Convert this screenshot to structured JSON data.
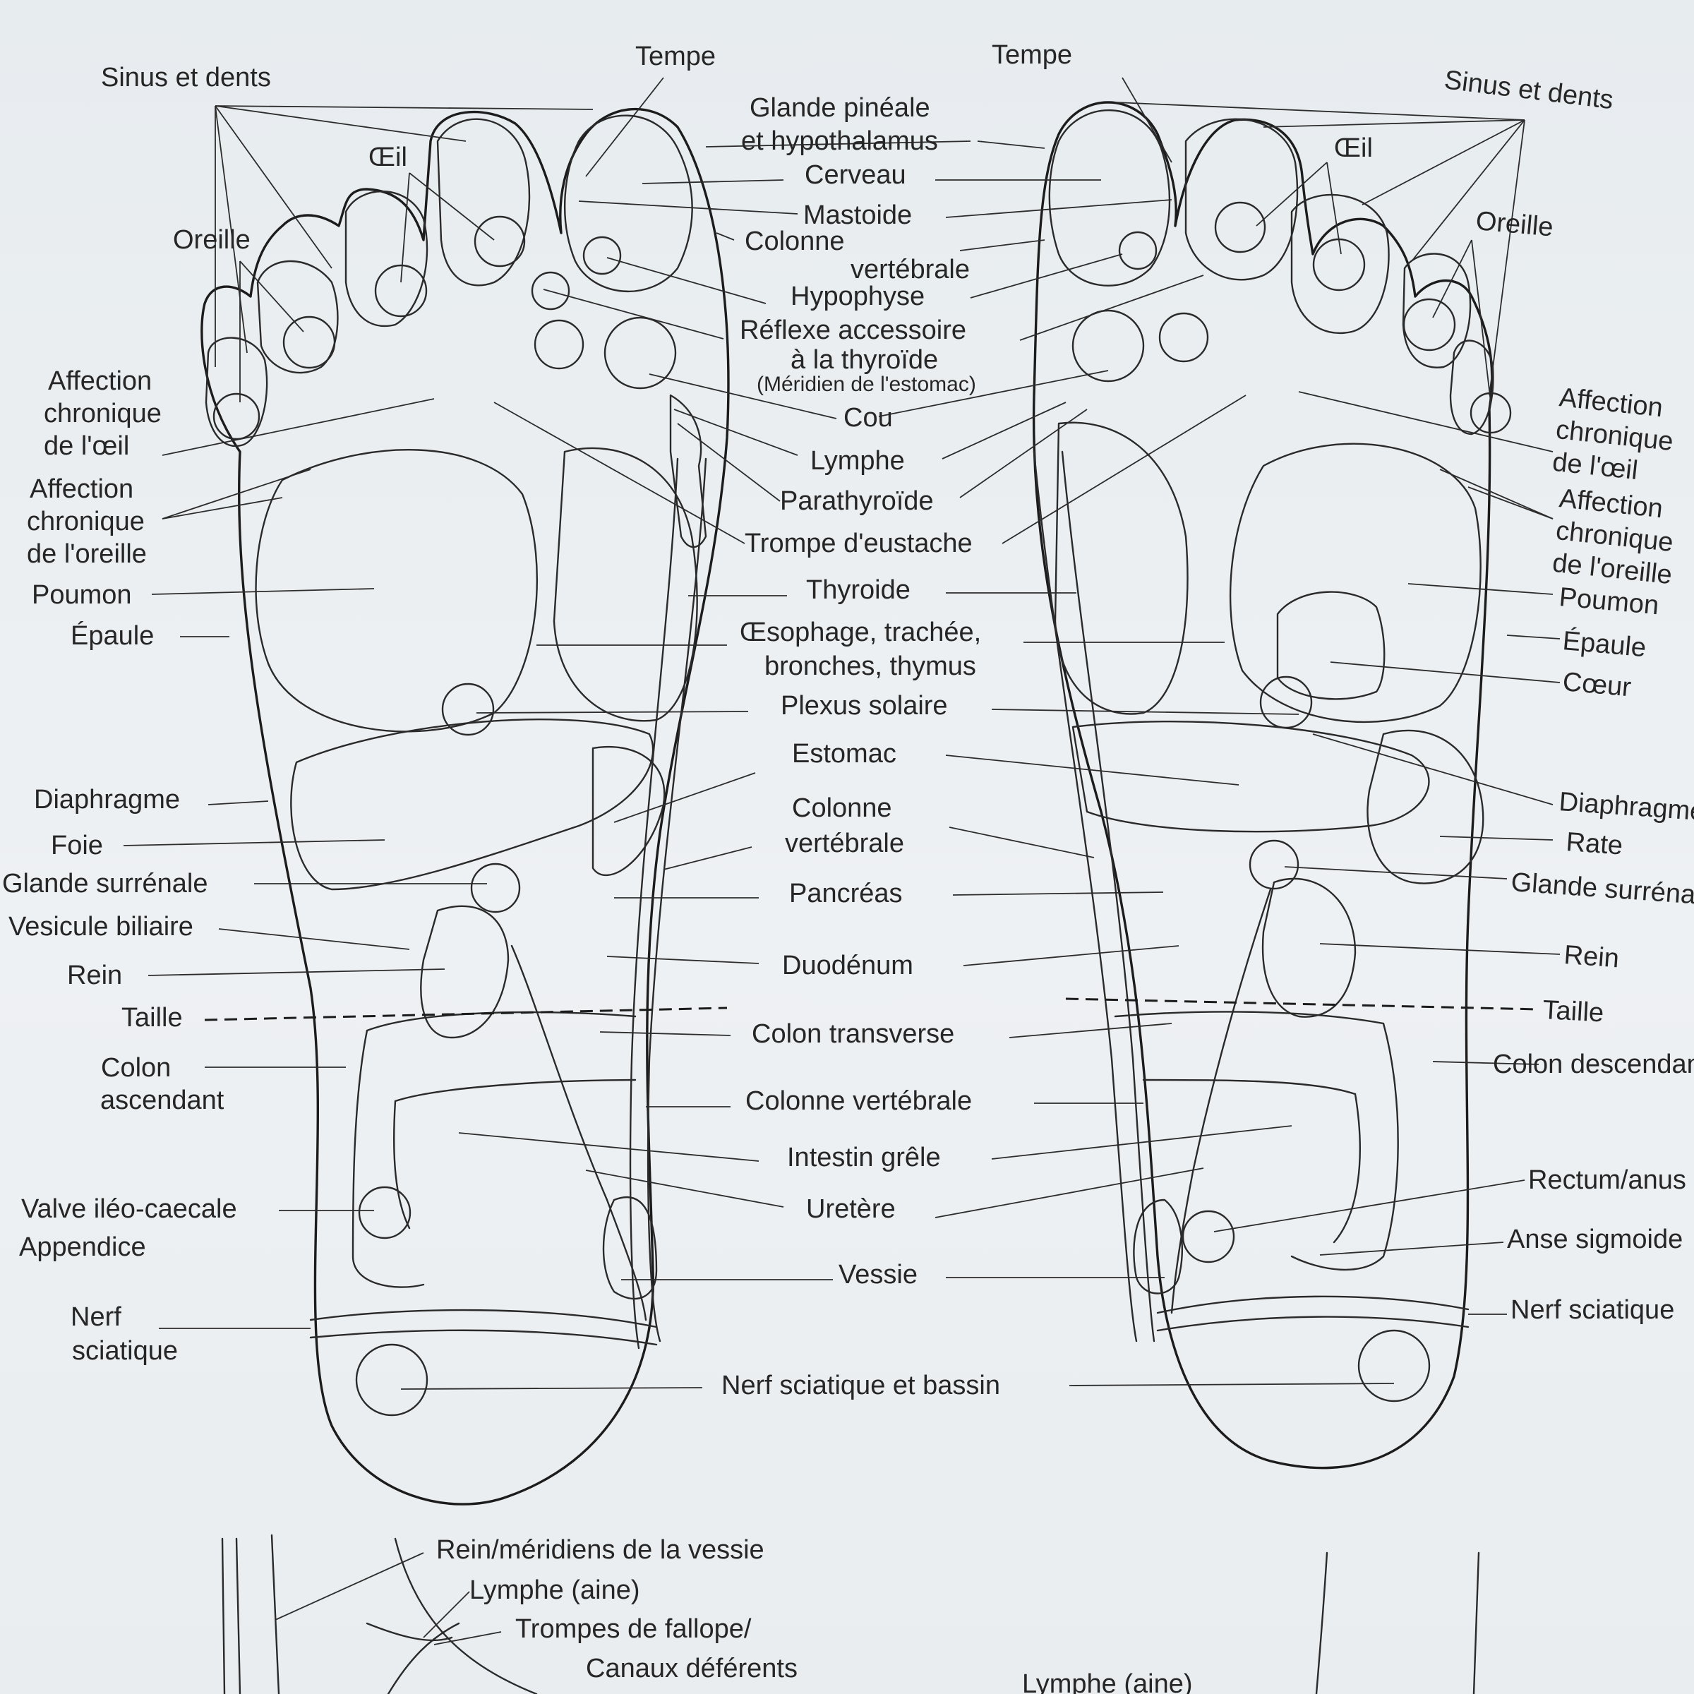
{
  "left_foot": {
    "sinus": "Sinus et dents",
    "tempe": "Tempe",
    "oeil": "Œil",
    "oreille": "Oreille",
    "aff_oeil": [
      "Affection",
      "chronique",
      "de l'œil"
    ],
    "aff_oreille": [
      "Affection",
      "chronique",
      "de l'oreille"
    ],
    "poumon": "Poumon",
    "epaule": "Épaule",
    "diaphragme": "Diaphragme",
    "foie": "Foie",
    "surrenale": "Glande surrénale",
    "vesicule": "Vesicule biliaire",
    "rein": "Rein",
    "taille": "Taille",
    "colon_asc": [
      "Colon",
      "ascendant"
    ],
    "valve": [
      "Valve iléo-caecale",
      "Appendice"
    ],
    "nerf": [
      "Nerf",
      "sciatique"
    ]
  },
  "center": {
    "pineale": [
      "Glande pinéale",
      "et hypothalamus"
    ],
    "cerveau": "Cerveau",
    "mastoide": "Mastoide",
    "colonne1": [
      "Colonne",
      "vertébrale"
    ],
    "hypophyse": "Hypophyse",
    "reflexe": [
      "Réflexe accessoire",
      "à la thyroïde",
      "(Méridien de l'estomac)"
    ],
    "cou": "Cou",
    "lymphe": "Lymphe",
    "parathyroide": "Parathyroïde",
    "trompe": "Trompe d'eustache",
    "thyroide": "Thyroide",
    "oesophage": [
      "Œsophage, trachée,",
      "bronches, thymus"
    ],
    "plexus": "Plexus solaire",
    "estomac": "Estomac",
    "colonne2": [
      "Colonne",
      "vertébrale"
    ],
    "pancreas": "Pancréas",
    "duodenum": "Duodénum",
    "colon_trans": "Colon transverse",
    "colonne3": "Colonne vertébrale",
    "intestin": "Intestin grêle",
    "uretere": "Uretère",
    "vessie": "Vessie",
    "bassin": "Nerf sciatique et bassin"
  },
  "right_foot": {
    "tempe": "Tempe",
    "sinus": "Sinus et dents",
    "oeil": "Œil",
    "oreille": "Oreille",
    "aff_oeil": [
      "Affection",
      "chronique",
      "de l'œil"
    ],
    "aff_oreille": [
      "Affection",
      "chronique",
      "de l'oreille"
    ],
    "poumon": "Poumon",
    "epaule": "Épaule",
    "coeur": "Cœur",
    "diaphragme": "Diaphragme",
    "rate": "Rate",
    "surrenale": "Glande surrénale",
    "rein": "Rein",
    "taille": "Taille",
    "colon_desc": "Colon descendant",
    "rectum": "Rectum/anus",
    "sigmoide": "Anse sigmoide",
    "nerf": "Nerf sciatique"
  },
  "bottom": {
    "rein_meridiens": "Rein/méridiens de la vessie",
    "lymphe_aine_1": "Lymphe (aine)",
    "trompes": [
      "Trompes de fallope/",
      "Canaux déférents"
    ],
    "lymphe_aine_2": "Lymphe (aine)"
  }
}
